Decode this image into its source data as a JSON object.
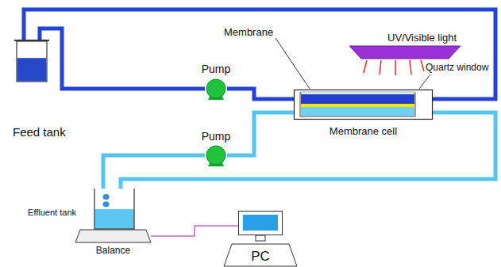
{
  "diagram": {
    "nodes": [
      {
        "text": [
          "Feed tank"
        ]
      },
      {
        "text": [
          "Pump"
        ]
      },
      {
        "text": [
          "UV/Visible light"
        ]
      },
      {
        "text": [
          "Membrane cell"
        ]
      },
      {
        "text": [
          "Pump"
        ]
      },
      {
        "text": [
          "Effluent tank"
        ]
      },
      {
        "text": [
          "Balance"
        ]
      },
      {
        "text": [
          "PC"
        ]
      }
    ],
    "edges": [
      {
        "from": 0,
        "to": 1,
        "arrow": "none"
      },
      {
        "from": 1,
        "to": 3,
        "arrow": "none"
      },
      {
        "from": 3,
        "to": 0,
        "arrow": "none"
      },
      {
        "from": 5,
        "to": 4,
        "arrow": "none"
      },
      {
        "from": 4,
        "to": 3,
        "arrow": "none"
      },
      {
        "from": 3,
        "to": 5,
        "arrow": "none"
      },
      {
        "from": 6,
        "to": 7,
        "arrow": "none"
      }
    ],
    "labels": [
      "Membrane",
      "Quartz window"
    ]
  }
}
